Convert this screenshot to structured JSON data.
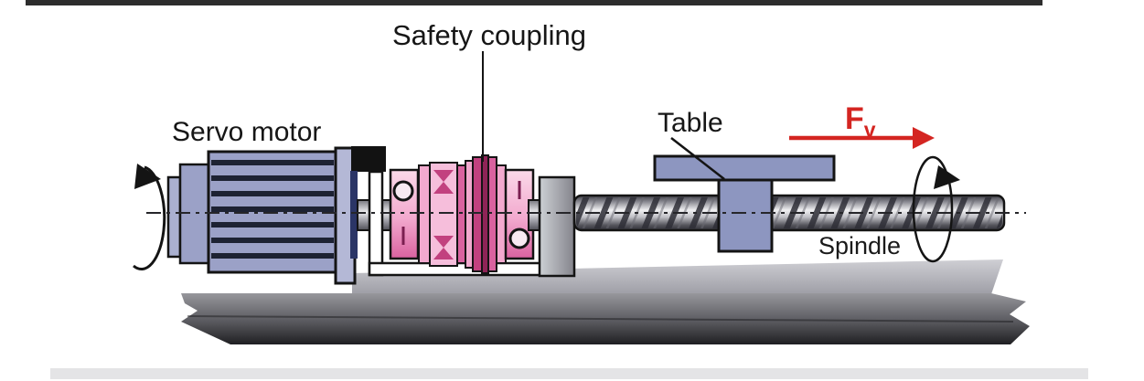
{
  "labels": {
    "servo_motor": "Servo motor",
    "safety_coupling": "Safety coupling",
    "table": "Table",
    "spindle": "Spindle",
    "force": "F",
    "force_sub": "v"
  },
  "colors": {
    "force_red": "#d42521",
    "motor_blue": "#9ba1c7",
    "motor_flange_blue": "#b4b8d6",
    "motor_fin_dark": "#1d2233",
    "table_blue": "#8d96c0",
    "coupling_pink": "#f2a9ce",
    "coupling_pink_deep": "#d9629f",
    "coupling_magenta": "#8f2457",
    "label_black": "#161616",
    "outline_black": "#141414"
  }
}
